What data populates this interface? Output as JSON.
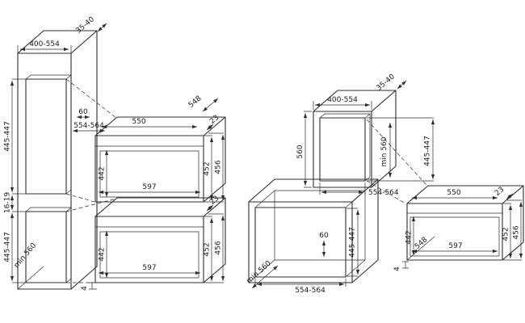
{
  "style": {
    "background": "#ffffff",
    "line_color": "#2d2d2d"
  },
  "left_unit": {
    "cabinet": {
      "width": "400-554",
      "rear_gap": "35-40",
      "upper_niche_height": "445-447",
      "divider": "16-19",
      "lower_niche_height": "445-447",
      "depth": "min 560",
      "service_space": "60",
      "niche_width": "554-564"
    },
    "oven": {
      "top_width": "550",
      "depth": "548",
      "overhang": "23",
      "height_front": "452",
      "height_total": "456",
      "door_height": "442",
      "front_width": "597",
      "bottom_gap": "4"
    }
  },
  "right_unit": {
    "wall_cabinet": {
      "width": "400-554",
      "rear_gap": "35-40",
      "height": "560",
      "niche_depth": "min 560",
      "niche_height": "445-447",
      "niche_width": "554-564"
    },
    "base_cabinet": {
      "depth": "min 560",
      "service_space": "60",
      "niche_height": "445-447",
      "niche_width": "554-564"
    },
    "oven": {
      "top_width": "550",
      "depth": "548",
      "overhang": "23",
      "height_front": "452",
      "height_total": "456",
      "door_height": "442",
      "front_width": "597",
      "bottom_gap": "4"
    }
  }
}
